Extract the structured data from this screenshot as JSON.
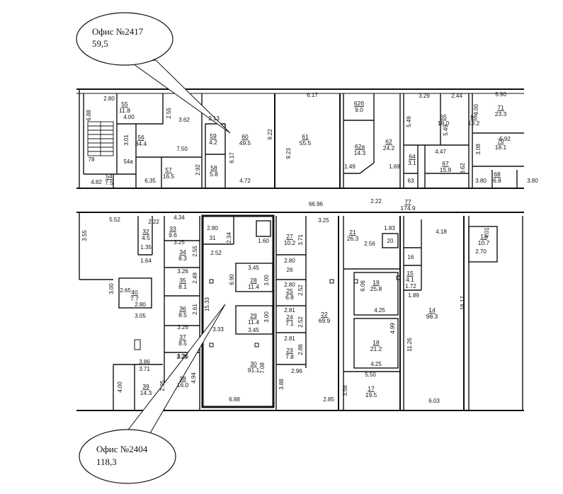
{
  "callouts": [
    {
      "label": "Офис №2417",
      "area": "59,5"
    },
    {
      "label": "Офис №2404",
      "area": "118,3"
    }
  ],
  "rooms": [
    {
      "no": "55",
      "area": "11.8"
    },
    {
      "no": "56",
      "area": "34.4"
    },
    {
      "no": "57",
      "area": "16.5"
    },
    {
      "no": "54",
      "area": "7.5"
    },
    {
      "no": "59",
      "area": "4.2"
    },
    {
      "no": "58",
      "area": "5.8"
    },
    {
      "no": "60",
      "area": "49.5"
    },
    {
      "no": "61",
      "area": "55.5"
    },
    {
      "no": "62б",
      "area": "9.0"
    },
    {
      "no": "62а",
      "area": "14.3"
    },
    {
      "no": "62",
      "area": "24.2"
    },
    {
      "no": "64",
      "area": "3.1"
    },
    {
      "no": "65",
      "area": "18.0"
    },
    {
      "no": "66",
      "area": "13.2"
    },
    {
      "no": "67",
      "area": "15.9"
    },
    {
      "no": "71",
      "area": "23.3"
    },
    {
      "no": "70",
      "area": "18.1"
    },
    {
      "no": "68",
      "area": "6.8"
    },
    {
      "no": "77",
      "area": "174.9"
    },
    {
      "no": "32",
      "area": "4.5"
    },
    {
      "no": "33",
      "area": "9.6"
    },
    {
      "no": "34",
      "area": "8.3"
    },
    {
      "no": "35",
      "area": "8.1"
    },
    {
      "no": "36",
      "area": "8.5"
    },
    {
      "no": "37",
      "area": "8.5"
    },
    {
      "no": "38",
      "area": "16.0"
    },
    {
      "no": "39",
      "area": "14.3"
    },
    {
      "no": "40",
      "area": "7.7"
    },
    {
      "no": "28",
      "area": "11.4"
    },
    {
      "no": "29",
      "area": "11.4"
    },
    {
      "no": "30",
      "area": "91.1"
    },
    {
      "no": "27",
      "area": "10.2"
    },
    {
      "no": "25",
      "area": "6.8"
    },
    {
      "no": "24",
      "area": "7.1"
    },
    {
      "no": "23",
      "area": "7.8"
    },
    {
      "no": "22",
      "area": "69.9"
    },
    {
      "no": "21",
      "area": "26.3"
    },
    {
      "no": "19",
      "area": "25.8"
    },
    {
      "no": "18",
      "area": "21.2"
    },
    {
      "no": "17",
      "area": "19.5"
    },
    {
      "no": "15",
      "area": "4.1"
    },
    {
      "no": "14",
      "area": "98.3"
    },
    {
      "no": "13",
      "area": "10.7"
    }
  ],
  "labels": {
    "top": [
      "2.80",
      "6.88",
      "4.00",
      "2.55",
      "3.62",
      "2.13",
      "3.01",
      "7.50",
      "2.92",
      "6.35",
      "4.82",
      "54а",
      "78",
      "6.17",
      "9.22",
      "4.72",
      "9.23",
      "6.17",
      "1.49",
      "1.69",
      "5.49",
      "3.29",
      "2.44",
      "5.49",
      "4.00",
      "5.90",
      "4.47",
      "3.08",
      "3.62",
      "5.92",
      "63",
      "3.80",
      "3.80"
    ],
    "bottom": [
      "66.96",
      "2.22",
      "5.52",
      "3.55",
      "4.34",
      "2.22",
      "3.25",
      "1.35",
      "1.64",
      "2.55",
      "3.26",
      "2.49",
      "2.61",
      "3.26",
      "3.00",
      "2.65",
      "2.80",
      "3.05",
      "3.26",
      "3.86",
      "3.71",
      "4.00",
      "2.95",
      "4.94",
      "3.25",
      "2.80",
      "31",
      "2.34",
      "1.60",
      "2.52",
      "3.45",
      "3.00",
      "6.90",
      "15.33",
      "3.33",
      "3.45",
      "3.00",
      "7.08",
      "6.88",
      "26",
      "2.80",
      "2.80",
      "3.71",
      "2.52",
      "2.81",
      "2.52",
      "2.81",
      "2.86",
      "2.96",
      "3.88",
      "2.85",
      "3.25",
      "1.83",
      "20",
      "2.56",
      "6.06",
      "4.25",
      "4.99",
      "4.25",
      "5.50",
      "3.56",
      "16",
      "1.72",
      "1.89",
      "4.18",
      "11.26",
      "6.03",
      "18.17",
      "4.01",
      "2.70"
    ]
  }
}
